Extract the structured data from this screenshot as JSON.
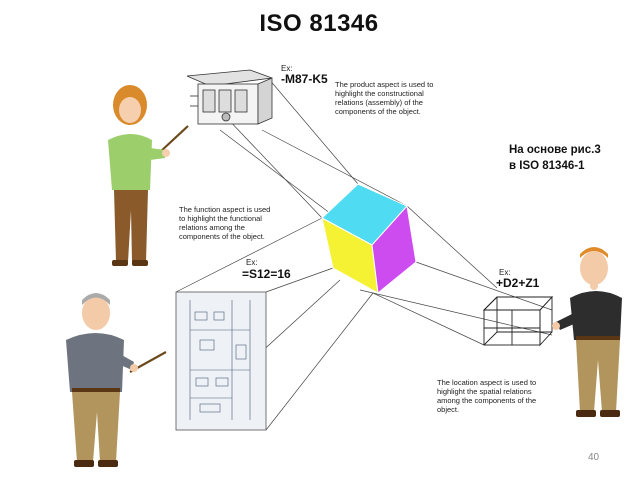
{
  "title": "ISO 81346",
  "product": {
    "ex_label": "Ex:",
    "code": "-M87-K5",
    "description": [
      "The product aspect is used to",
      "highlight the constructional",
      "relations (assembly) of the",
      "components of the object."
    ]
  },
  "function": {
    "ex_label": "Ex:",
    "code": "=S12=16",
    "description": [
      "The function aspect is used",
      "to highlight the functional",
      "relations among the",
      "components of the object."
    ]
  },
  "location": {
    "ex_label": "Ex:",
    "code": "+D2+Z1",
    "description": [
      "The location aspect is used to",
      "highlight the spatial relations",
      "among the components of the",
      "object."
    ]
  },
  "note": [
    "На основе рис.3",
    "в ISO 81346-1"
  ],
  "page_number": "40",
  "colors": {
    "cube_top": "#4fdcf2",
    "cube_left": "#f5f233",
    "cube_right": "#cc4cf0"
  }
}
